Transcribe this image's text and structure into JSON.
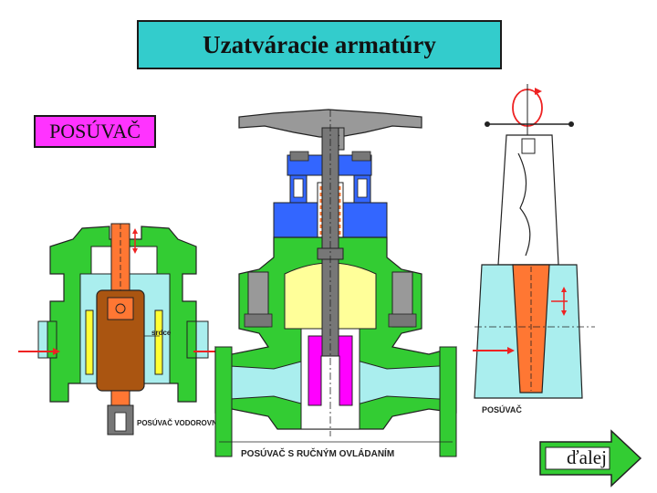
{
  "title": "Uzatváracie armatúry",
  "section_tag": "POSÚVAČ",
  "labels": {
    "left_diagram": "POSÚVAČ VODOROVNÝ",
    "left_callout": "srdce",
    "center_diagram": "POSÚVAČ S RUČNÝM OVLÁDANÍM",
    "right_diagram": "POSÚVAČ"
  },
  "next_button": "ďalej",
  "colors": {
    "title_bg": "#33cccc",
    "tag_bg": "#ff33ff",
    "body_green": "#33cc33",
    "fluid_cyan": "#aaeeee",
    "stem_orange": "#ff7733",
    "bonnet_blue": "#3366ff",
    "seal_magenta": "#ff00ff",
    "wedge_brown": "#aa5511",
    "cream": "#ffff99",
    "gray": "#777777",
    "flow_arrow": "#ee2222",
    "button_green": "#33cc33"
  }
}
